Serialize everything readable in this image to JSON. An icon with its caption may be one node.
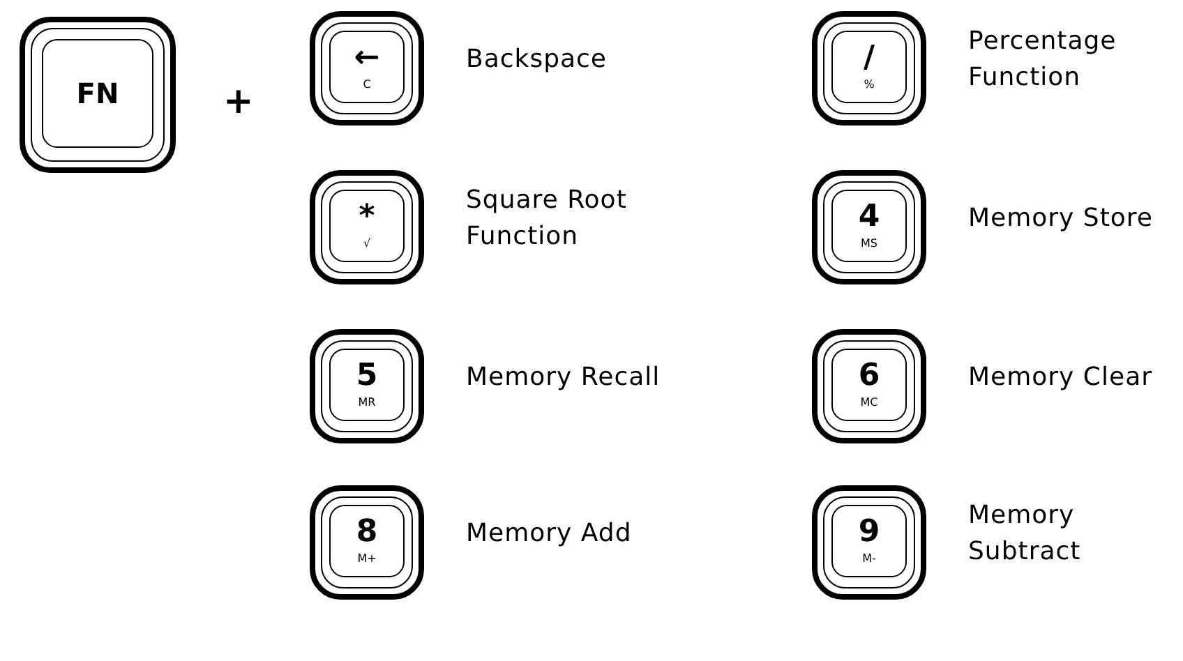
{
  "diagram": {
    "nodes": [
      {
        "text": [
          "FN"
        ]
      },
      {
        "text": [
          "←",
          "C"
        ],
        "beside": [
          "Backspace"
        ]
      },
      {
        "text": [
          "/",
          "%"
        ],
        "beside": [
          "Percentage Function"
        ]
      },
      {
        "text": [
          "*",
          "√"
        ],
        "beside": [
          "Square Root Function"
        ]
      },
      {
        "text": [
          "4",
          "MS"
        ],
        "beside": [
          "Memory Store"
        ]
      },
      {
        "text": [
          "5",
          "MR"
        ],
        "beside": [
          "Memory Recall"
        ]
      },
      {
        "text": [
          "6",
          "MC"
        ],
        "beside": [
          "Memory Clear"
        ]
      },
      {
        "text": [
          "8",
          "M+"
        ],
        "beside": [
          "Memory Add"
        ]
      },
      {
        "text": [
          "9",
          "M-"
        ],
        "beside": [
          "Memory Subtract"
        ]
      }
    ],
    "labels": [
      "+"
    ]
  }
}
